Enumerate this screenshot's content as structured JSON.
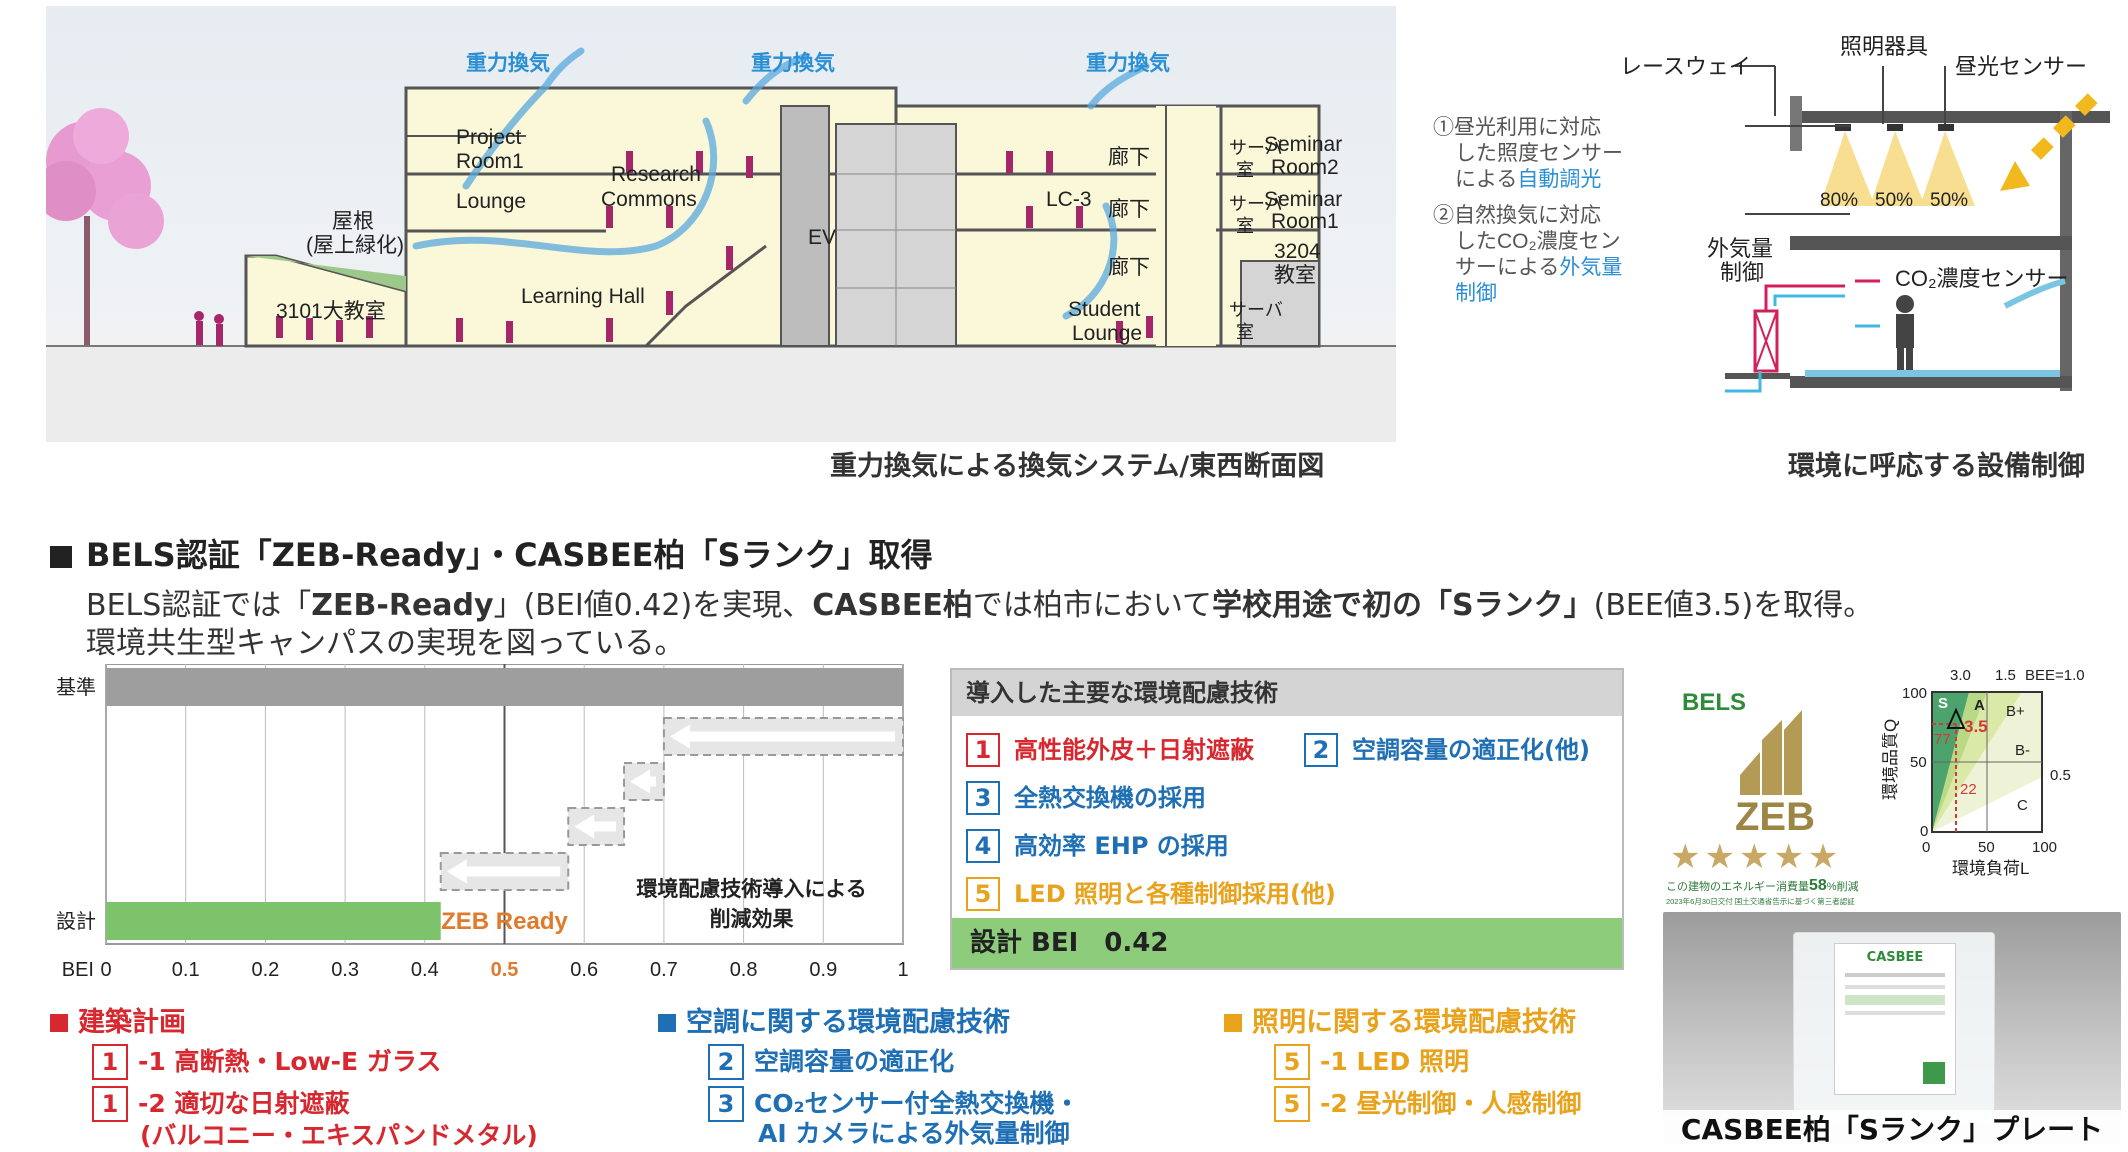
{
  "section": {
    "labels": {
      "gravity_vent_1": "重力換気",
      "gravity_vent_2": "重力換気",
      "gravity_vent_3": "重力換気",
      "project_room": "Project\nRoom1",
      "lounge": "Lounge",
      "research_commons": "Research\nCommons",
      "learning_hall": "Learning Hall",
      "ev": "EV",
      "lc3": "LC-3",
      "corridor_1": "廊下",
      "corridor_2": "廊下",
      "corridor_3": "廊下",
      "student_lounge": "Student\nLounge",
      "server_room_1": "サーバ\n室",
      "server_room_2": "サーバ\n室",
      "server_room_3": "サーバ\n室",
      "seminar_room2": "Seminar\nRoom2",
      "seminar_room1": "Seminar\nRoom1",
      "classroom_3204": "3204\n教室",
      "roof": "屋根\n(屋上緑化)",
      "classroom_3101": "3101大教室"
    },
    "caption": "重力換気による換気システム/東西断面図"
  },
  "equipment": {
    "raceway": "レースウェイ",
    "lighting": "照明器具",
    "daylight_sensor": "昼光センサー",
    "note1_plain": "昼光利用に対応\nした照度センサー\nによる",
    "note1_num": "①",
    "note1_highlight": "自動調光",
    "note2_num": "②",
    "note2_plain": "自然換気に対応\nしたCO₂濃度セン\nサーによる",
    "note2_highlight": "外気量\n制御",
    "pct1": "80%",
    "pct2": "50%",
    "pct3": "50%",
    "outdoor_air": "外気量\n制御",
    "co2_sensor": "CO₂濃度センサー",
    "caption": "環境に呼応する設備制御"
  },
  "heading": {
    "title": "BELS認証「ZEB-Ready」・CASBEE柏「Sランク」取得",
    "line1_a": "BELS認証では「",
    "line1_b": "ZEB-Ready",
    "line1_c": "」(BEI値0.42)を実現、",
    "line1_d": "CASBEE柏",
    "line1_e": "では柏市において",
    "line1_f": "学校用途で初の「Sランク」",
    "line1_g": "(BEE値3.5)を取得。",
    "line2": "環境共生型キャンパスの実現を図っている。"
  },
  "chart_data": {
    "type": "bar",
    "categories": [
      "基準",
      "設計"
    ],
    "values": [
      1.0,
      0.42
    ],
    "xlabel": "BEI",
    "xlim": [
      0,
      1
    ],
    "x_ticks": [
      "0",
      "0.1",
      "0.2",
      "0.3",
      "0.4",
      "0.5",
      "0.6",
      "0.7",
      "0.8",
      "0.9",
      "1"
    ],
    "reduction_steps": [
      {
        "from": 1.0,
        "to": 0.7
      },
      {
        "from": 0.7,
        "to": 0.65
      },
      {
        "from": 0.65,
        "to": 0.58
      },
      {
        "from": 0.58,
        "to": 0.42
      }
    ],
    "zeb_ready_line": 0.5,
    "annotation_zeb": "ZEB Ready",
    "annotation_effect": "環境配慮技術導入による\n削減効果",
    "colors": {
      "base": "#9e9e9e",
      "design": "#7dc36b",
      "zeb": "#e07a2c"
    }
  },
  "tech_box": {
    "title": "導入した主要な環境配慮技術",
    "items": [
      {
        "num": "1",
        "label": "高性能外皮＋日射遮蔽",
        "color": "#d7282f"
      },
      {
        "num": "2",
        "label": "空調容量の適正化(他)",
        "color": "#1f6fb4"
      },
      {
        "num": "3",
        "label": "全熱交換機の採用",
        "color": "#1f6fb4"
      },
      {
        "num": "4",
        "label": "高効率 EHP の採用",
        "color": "#1f6fb4"
      },
      {
        "num": "5",
        "label": "LED 照明と各種制御採用(他)",
        "color": "#e8a21c"
      }
    ],
    "footer": "設計 BEI　0.42"
  },
  "legend": {
    "arch": {
      "title": "建築計画",
      "color": "#d7282f",
      "items": [
        {
          "num": "1",
          "text": "-1 高断熱・Low-E ガラス"
        },
        {
          "num": "1",
          "text": "-2 適切な日射遮蔽"
        },
        {
          "num": "",
          "text": "(バルコニー・エキスパンドメタル)"
        }
      ]
    },
    "hvac": {
      "title": "空調に関する環境配慮技術",
      "color": "#1f6fb4",
      "items": [
        {
          "num": "2",
          "text": "空調容量の適正化"
        },
        {
          "num": "3",
          "text": "CO₂センサー付全熱交換機・"
        },
        {
          "num": "",
          "text": "AI カメラによる外気量制御"
        }
      ]
    },
    "light": {
      "title": "照明に関する環境配慮技術",
      "color": "#e8a21c",
      "items": [
        {
          "num": "5",
          "text": "-1 LED 照明"
        },
        {
          "num": "5",
          "text": "-2 昼光制御・人感制御"
        }
      ]
    }
  },
  "bels": {
    "logo": "BELS",
    "zeb": "ZEB",
    "stars": "★★★★★",
    "note_a": "この建物のエネルギー消費量",
    "note_pct": "58",
    "note_b": "%削減",
    "note_small": "2023年6月30日交付 国土交通省告示に基づく第三者認証"
  },
  "bee": {
    "top_labels": {
      "v30": "3.0",
      "v15": "1.5",
      "v10": "BEE=1.0"
    },
    "y_axis": "環境品質Q",
    "x_axis": "環境負荷L",
    "y_ticks": [
      "100",
      "50",
      "0"
    ],
    "x_ticks": [
      "0",
      "50",
      "100"
    ],
    "zones": {
      "s": "S",
      "a": "A",
      "bp": "B+",
      "bm": "B-",
      "c": "C"
    },
    "right_tick": "0.5",
    "point_value": "3.5",
    "q_value": "77",
    "l_value": "22"
  },
  "plate": {
    "header": "CASBEE",
    "caption": "CASBEE柏「Sランク」プレート"
  }
}
